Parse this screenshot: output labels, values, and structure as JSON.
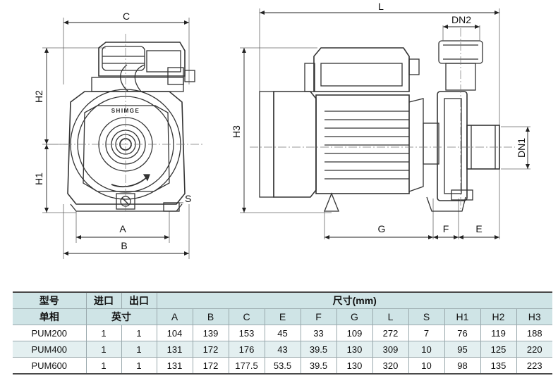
{
  "dimension_labels": {
    "C": "C",
    "H2": "H2",
    "H1": "H1",
    "S": "S",
    "A": "A",
    "B": "B",
    "L": "L",
    "DN2": "DN2",
    "DN1": "DN1",
    "H3": "H3",
    "G": "G",
    "F": "F",
    "E": "E"
  },
  "brand": "SHIMGE",
  "table": {
    "header_row1": {
      "model": "型号",
      "inlet": "进口",
      "outlet": "出口",
      "size": "尺寸(mm)"
    },
    "header_row2": {
      "phase": "单相",
      "inch": "英寸",
      "columns": [
        "A",
        "B",
        "C",
        "E",
        "F",
        "G",
        "L",
        "S",
        "H1",
        "H2",
        "H3"
      ]
    },
    "rows": [
      {
        "model": "PUM200",
        "inlet": "1",
        "outlet": "1",
        "values": [
          "104",
          "139",
          "153",
          "45",
          "33",
          "109",
          "272",
          "7",
          "76",
          "119",
          "188"
        ]
      },
      {
        "model": "PUM400",
        "inlet": "1",
        "outlet": "1",
        "values": [
          "131",
          "172",
          "176",
          "43",
          "39.5",
          "130",
          "309",
          "10",
          "95",
          "125",
          "220"
        ]
      },
      {
        "model": "PUM600",
        "inlet": "1",
        "outlet": "1",
        "values": [
          "131",
          "172",
          "177.5",
          "53.5",
          "39.5",
          "130",
          "320",
          "10",
          "98",
          "135",
          "223"
        ]
      }
    ]
  }
}
